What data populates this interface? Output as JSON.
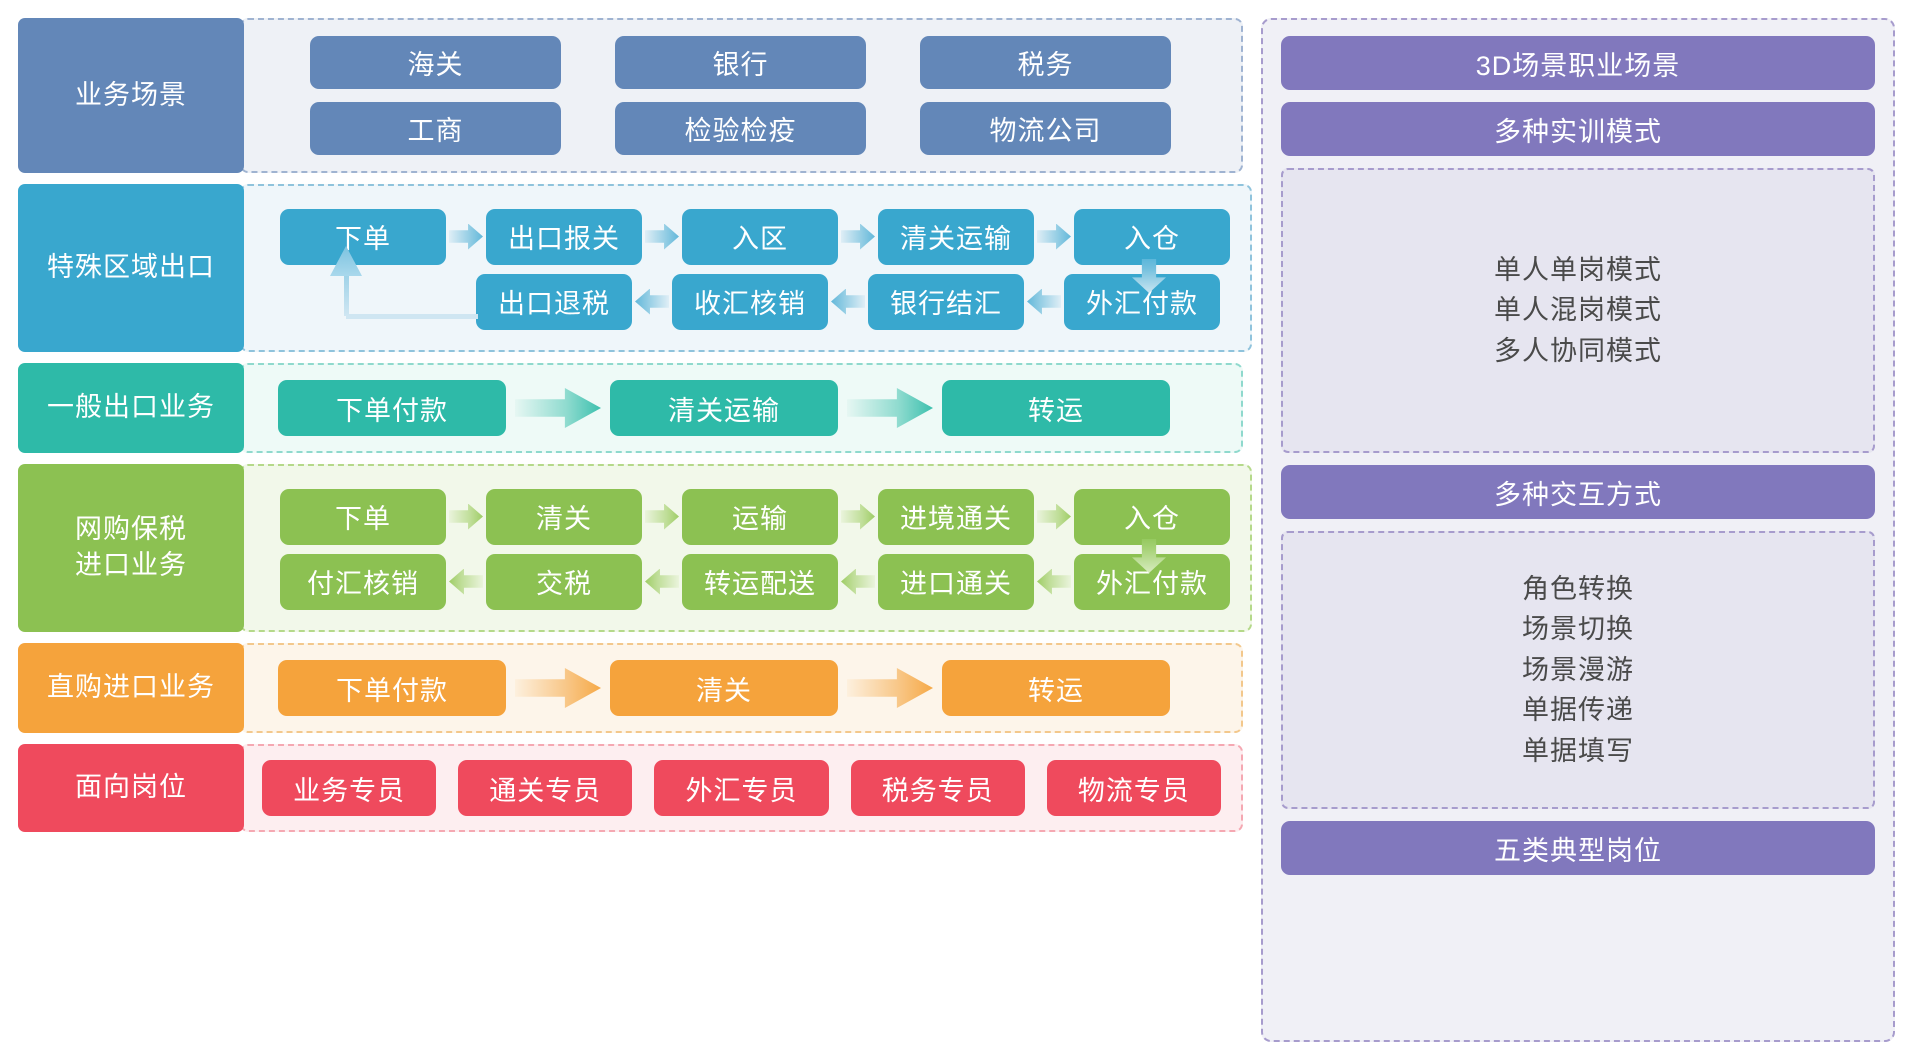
{
  "colors": {
    "scene": "#6387b8",
    "special": "#39a7ce",
    "general": "#2ebaa8",
    "bonded": "#8cc152",
    "direct": "#f5a33c",
    "post": "#ef4a5d",
    "panel": "#8178bd"
  },
  "rows": [
    {
      "id": "scene",
      "label": "业务场景",
      "nodes": [
        "海关",
        "银行",
        "税务",
        "工商",
        "检验检疫",
        "物流公司"
      ]
    },
    {
      "id": "special",
      "label": "特殊区域出口",
      "top": [
        "下单",
        "出口报关",
        "入区",
        "清关运输",
        "入仓"
      ],
      "bottom": [
        "出口退税",
        "收汇核销",
        "银行结汇",
        "外汇付款"
      ]
    },
    {
      "id": "general",
      "label": "一般出口业务",
      "nodes": [
        "下单付款",
        "清关运输",
        "转运"
      ]
    },
    {
      "id": "bonded",
      "label": "网购保税\n进口业务",
      "label_line1": "网购保税",
      "label_line2": "进口业务",
      "top": [
        "下单",
        "清关",
        "运输",
        "进境通关",
        "入仓"
      ],
      "bottom": [
        "付汇核销",
        "交税",
        "转运配送",
        "进口通关",
        "外汇付款"
      ]
    },
    {
      "id": "direct",
      "label": "直购进口业务",
      "nodes": [
        "下单付款",
        "清关",
        "转运"
      ]
    },
    {
      "id": "post",
      "label": "面向岗位",
      "nodes": [
        "业务专员",
        "通关专员",
        "外汇专员",
        "税务专员",
        "物流专员"
      ]
    }
  ],
  "panel": {
    "chip_scene": "3D场景职业场景",
    "chip_modes": "多种实训模式",
    "modes": "单人单岗模式\n单人混岗模式\n多人协同模式",
    "modes_lines": [
      "单人单岗模式",
      "单人混岗模式",
      "多人协同模式"
    ],
    "chip_interaction": "多种交互方式",
    "interactions_lines": [
      "角色转换",
      "场景切换",
      "场景漫游",
      "单据传递",
      "单据填写"
    ],
    "chip_posts": "五类典型岗位"
  }
}
